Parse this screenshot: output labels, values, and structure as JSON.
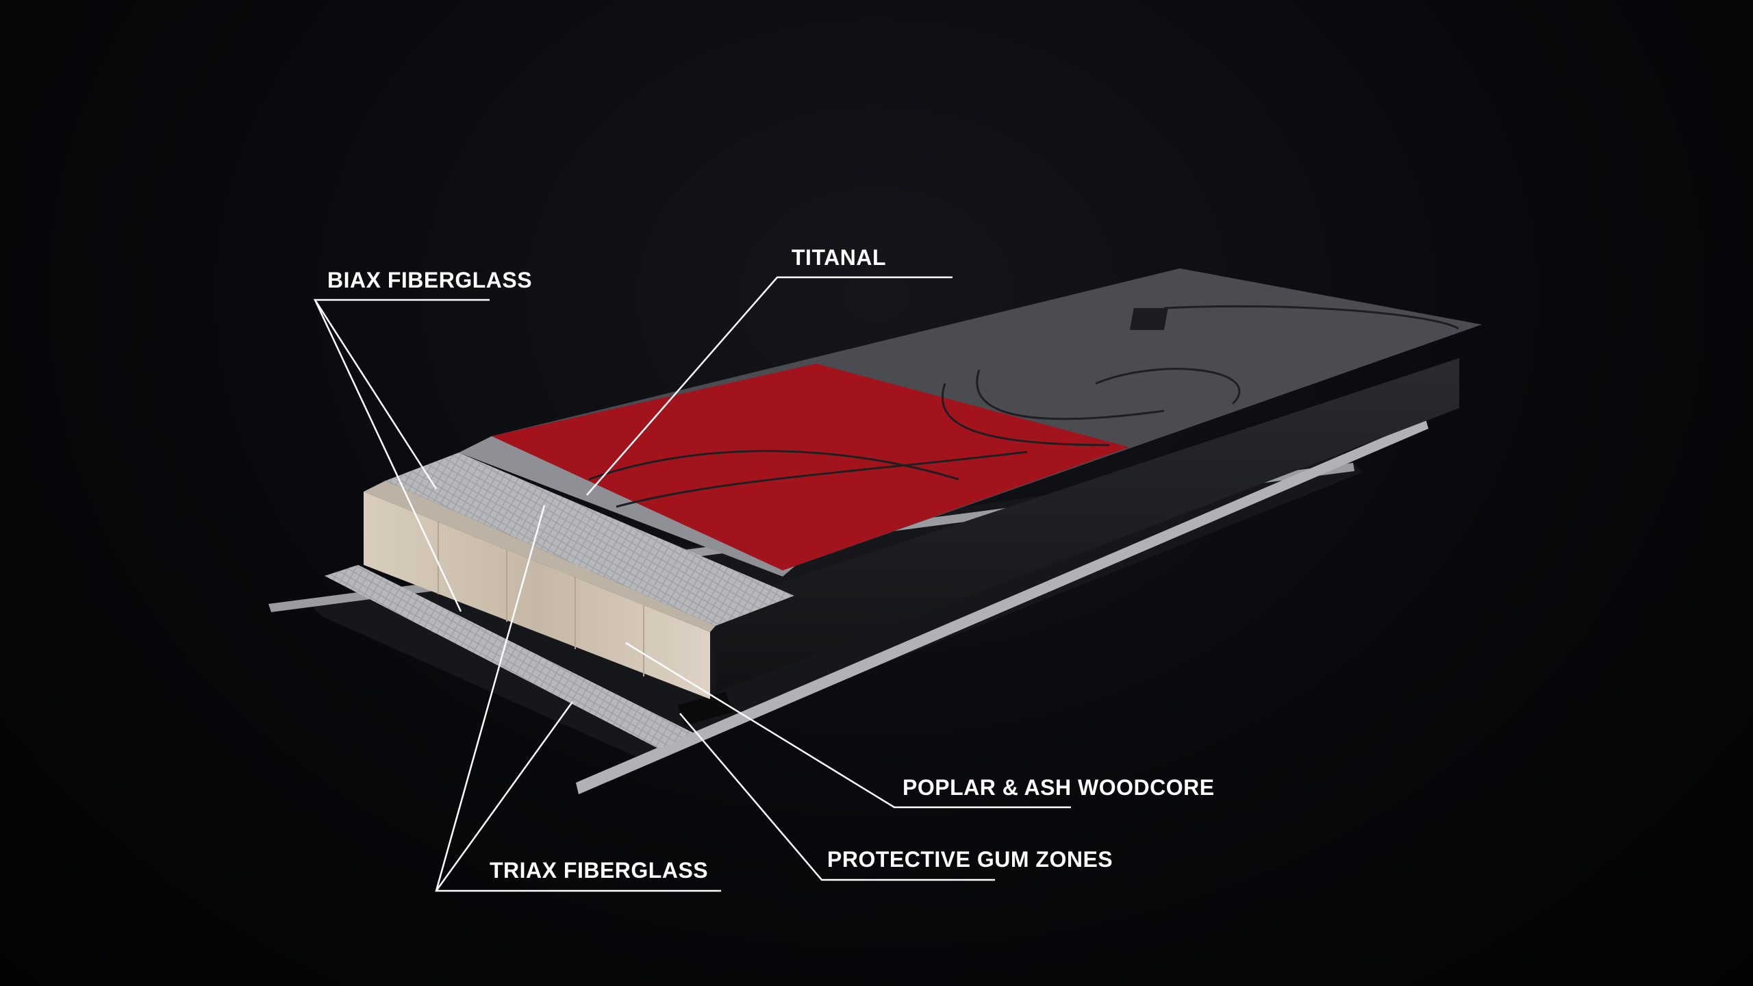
{
  "labels": {
    "biax": "BIAX FIBERGLASS",
    "titanal": "TITANAL",
    "woodcore": "POPLAR & ASH WOODCORE",
    "gum": "PROTECTIVE GUM ZONES",
    "triax": "TRIAX FIBERGLASS"
  },
  "colors": {
    "background": "#050507",
    "topsheet": "#4a4c52",
    "topsheet_red": "#a3131c",
    "titanal": "#8e9095",
    "fiberglass": "#b9bbbf",
    "wood": "#cfc3b3",
    "label_text": "#ffffff"
  }
}
